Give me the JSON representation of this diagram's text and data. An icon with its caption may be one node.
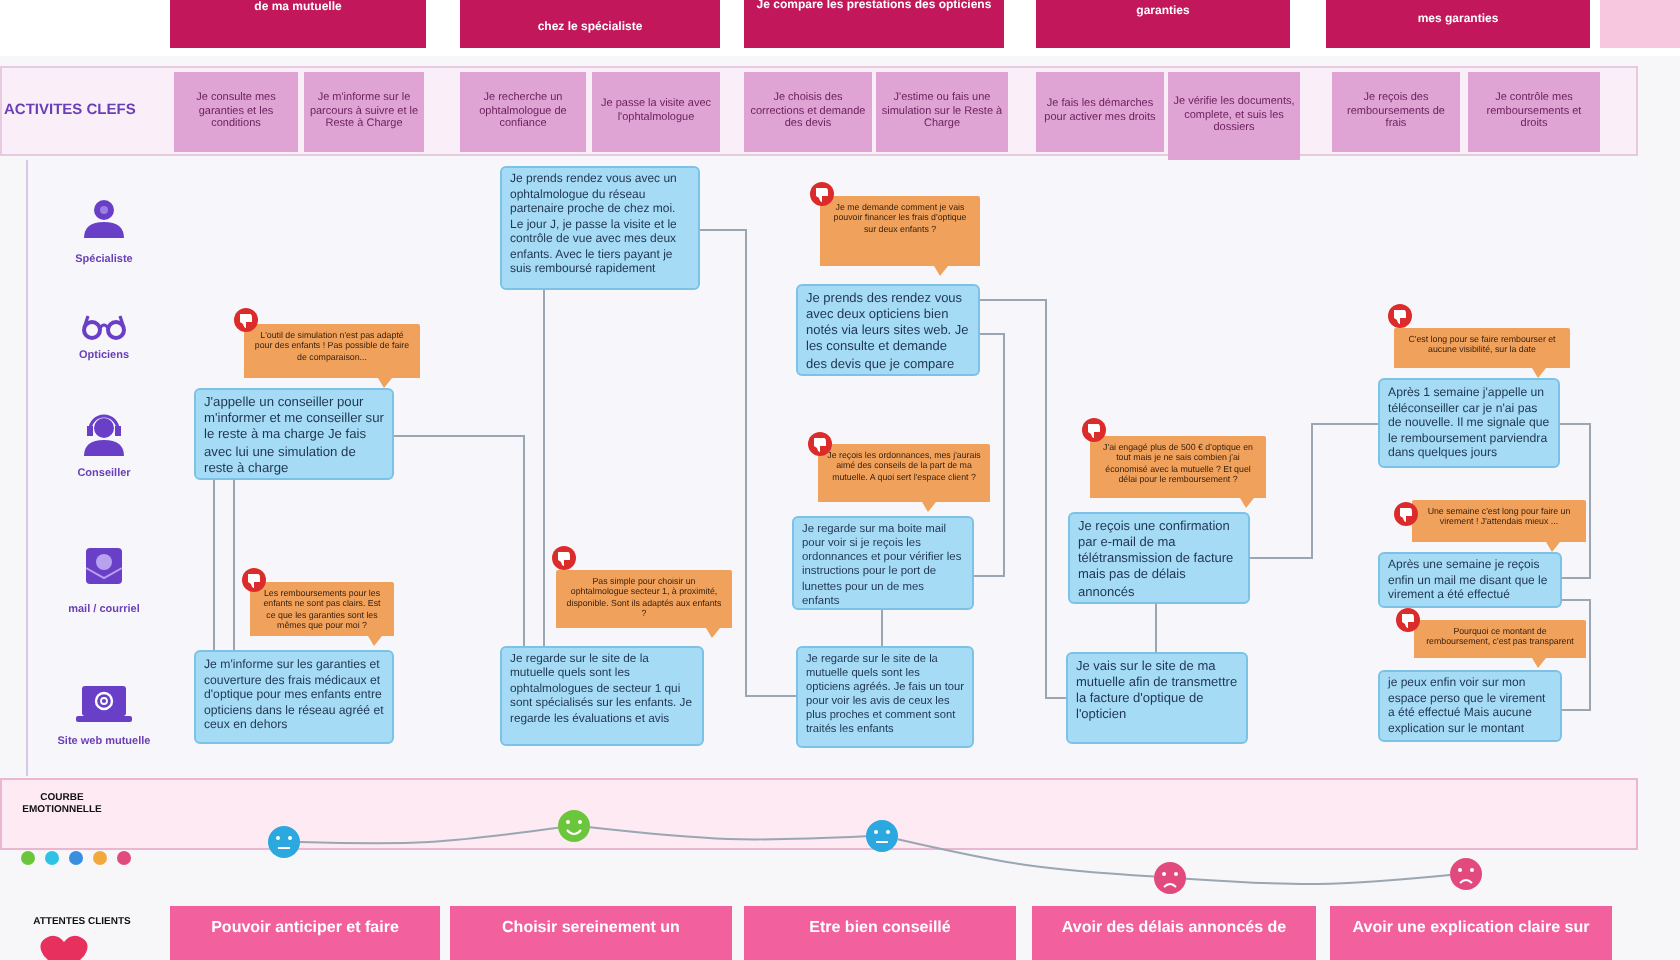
{
  "diagram": {
    "nodes": [
      {
        "text": [
          "de ma mutuelle"
        ]
      },
      {
        "text": [
          "chez le spécialiste"
        ]
      },
      {
        "text": [
          "Je compare les prestations des opticiens"
        ]
      },
      {
        "text": [
          "garanties"
        ]
      },
      {
        "text": [
          "mes garanties"
        ]
      },
      {
        "text": [
          "Je consulte mes garanties et les conditions"
        ]
      },
      {
        "text": [
          "Je m'informe sur le parcours à suivre et le Reste à Charge"
        ]
      },
      {
        "text": [
          "Je recherche un ophtalmologue de confiance"
        ]
      },
      {
        "text": [
          "Je passe la visite avec l'ophtalmologue"
        ]
      },
      {
        "text": [
          "Je choisis des corrections et demande des devis"
        ]
      },
      {
        "text": [
          "J'estime ou fais une simulation sur le Reste à Charge"
        ]
      },
      {
        "text": [
          "Je fais les démarches pour activer mes droits"
        ]
      },
      {
        "text": [
          "Je vérifie les documents, complete, et suis les dossiers"
        ]
      },
      {
        "text": [
          "Je reçois des remboursements de frais"
        ]
      },
      {
        "text": [
          "Je contrôle mes remboursements et droits"
        ]
      },
      {
        "text": [
          "Je prends rendez vous avec un ophtalmologue du réseau partenaire proche de chez moi. Le jour J, je passe la visite et le contrôle de vue avec mes deux enfants. Avec le tiers payant je suis remboursé rapidement"
        ]
      },
      {
        "text": [
          "L'outil de simulation n'est pas adapté pour des enfants ! Pas possible de faire de comparaison..."
        ]
      },
      {
        "text": [
          "J'appelle un conseiller pour m'informer et me conseiller sur le reste à ma charge Je fais avec lui une simulation de reste à charge"
        ]
      },
      {
        "text": [
          "Les remboursements pour les enfants ne sont pas clairs. Est ce que les garanties sont les mêmes que pour moi ?"
        ]
      },
      {
        "text": [
          "Je m'informe sur les garanties et couverture des frais médicaux et d'optique pour mes enfants entre opticiens dans le réseau agréé et ceux en dehors"
        ]
      },
      {
        "text": [
          "Pas simple pour choisir un ophtalmologue secteur 1, à proximité, disponible. Sont ils adaptés aux enfants ?"
        ]
      },
      {
        "text": [
          "Je regarde sur le site de la mutuelle quels sont les ophtalmologues de secteur 1 qui sont spécialisés sur les enfants. Je regarde les évaluations et avis"
        ]
      },
      {
        "text": [
          "Je me demande comment je vais pouvoir financer les frais d'optique sur deux enfants ?"
        ]
      },
      {
        "text": [
          "Je prends des rendez vous avec deux opticiens bien notés via leurs sites web. Je les consulte et demande des devis que je compare"
        ]
      },
      {
        "text": [
          "Je reçois les ordonnances, mes j'aurais aimé des conseils de la part de ma mutuelle. A quoi sert l'espace client ?"
        ]
      },
      {
        "text": [
          "Je regarde sur ma boite mail pour voir si je reçois les ordonnances et pour vérifier les instructions pour le port de lunettes pour un de mes enfants"
        ]
      },
      {
        "text": [
          "Je regarde sur le site de la mutuelle quels sont les opticiens agréés. Je fais un tour pour voir les avis de ceux les plus proches et comment sont traités les enfants"
        ]
      },
      {
        "text": [
          "J'ai engagé plus de 500 € d'optique en tout mais je ne sais combien j'ai économisé avec la mutuelle ? Et quel délai pour le remboursement ?"
        ]
      },
      {
        "text": [
          "Je reçois une confirmation par e-mail de ma télétransmission de facture mais pas de délais annoncés"
        ]
      },
      {
        "text": [
          "Je vais sur le site de ma mutuelle afin de transmettre la facture d'optique de l'opticien"
        ]
      },
      {
        "text": [
          "C'est long pour se faire rembourser et aucune visibilité, sur la date"
        ]
      },
      {
        "text": [
          "Après 1 semaine j'appelle un téléconseiller car je n'ai pas de nouvelle. Il me signale que le remboursement parviendra dans quelques jours"
        ]
      },
      {
        "text": [
          "Une semaine c'est long pour faire un virement ! J'attendais mieux ..."
        ]
      },
      {
        "text": [
          "Après une semaine je reçois enfin un mail me disant que le virement a été effectué"
        ]
      },
      {
        "text": [
          "Pourquoi ce montant de remboursement, c'est pas transparent"
        ]
      },
      {
        "text": [
          "je peux enfin voir sur mon espace perso que le virement a été effectué Mais aucune explication sur le montant"
        ]
      },
      {
        "text": [],
        "shape": "circle"
      },
      {
        "text": [],
        "shape": "circle"
      },
      {
        "text": [],
        "shape": "circle"
      },
      {
        "text": [],
        "shape": "circle"
      },
      {
        "text": [],
        "shape": "circle"
      },
      {
        "text": [
          "Pouvoir anticiper et faire"
        ]
      },
      {
        "text": [
          "Choisir sereinement un"
        ]
      },
      {
        "text": [
          "Etre bien conseillé"
        ]
      },
      {
        "text": [
          "Avoir des délais annoncés de"
        ]
      },
      {
        "text": [
          "Avoir une explication claire sur"
        ]
      }
    ],
    "edges": [
      {
        "from": 17,
        "to": 21,
        "arrow": "none"
      },
      {
        "from": 17,
        "to": 19,
        "arrow": "none"
      },
      {
        "from": 17,
        "to": 19,
        "arrow": "none"
      },
      {
        "from": 15,
        "to": 21,
        "arrow": "none"
      },
      {
        "from": 15,
        "to": 26,
        "arrow": "none"
      },
      {
        "from": 23,
        "to": 29,
        "arrow": "none"
      },
      {
        "from": 23,
        "to": 25,
        "arrow": "none"
      },
      {
        "from": 25,
        "to": 26,
        "arrow": "none"
      },
      {
        "from": 28,
        "to": 29,
        "arrow": "none"
      },
      {
        "from": 28,
        "to": 31,
        "arrow": "none"
      },
      {
        "from": 31,
        "to": 33,
        "arrow": "none"
      },
      {
        "from": 33,
        "to": 35,
        "arrow": "none"
      },
      {
        "from": 36,
        "to": 37,
        "arrow": "none"
      },
      {
        "from": 37,
        "to": 38,
        "arrow": "none"
      },
      {
        "from": 38,
        "to": 39,
        "arrow": "none"
      },
      {
        "from": 39,
        "to": 40,
        "arrow": "none"
      }
    ],
    "labels": [
      "ACTIVITES CLEFS",
      "Spécialiste",
      "Opticiens",
      "Conseiller",
      "mail / courriel",
      "Site web mutuelle",
      "COURBE EMOTIONNELLE",
      "ATTENTES CLIENTS"
    ]
  }
}
